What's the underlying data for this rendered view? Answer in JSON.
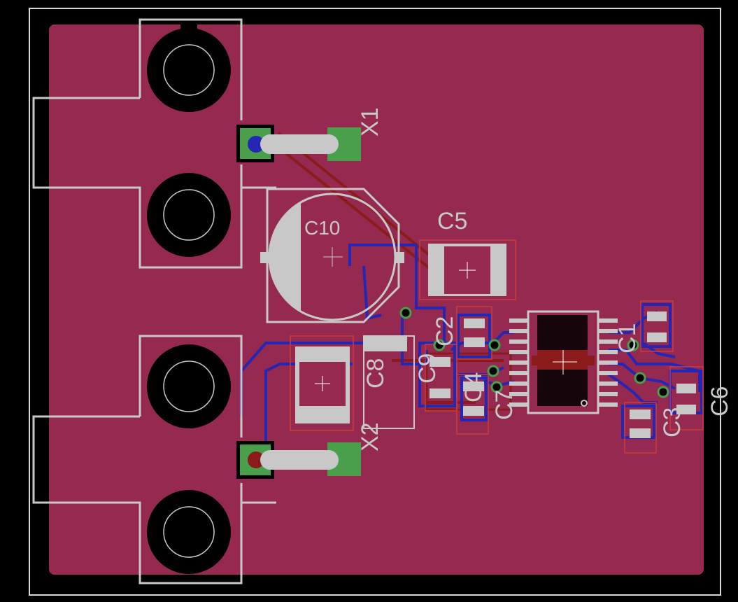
{
  "colors": {
    "background": "#000000",
    "copper_pour": "#96294f",
    "silkscreen": "#c8c8c8",
    "bottom_trace": "#2626b4",
    "top_trace": "#8b1a1a",
    "pad_green": "#4aa04a",
    "keepout_red": "#c83c3c",
    "board_outline": "#d8d8d8"
  },
  "labels": {
    "x1": "X1",
    "x2": "X2",
    "c10": "C10",
    "c5": "C5",
    "c8": "C8",
    "c9": "C9",
    "c2": "C2",
    "c4": "C4",
    "c7": "C7",
    "c1": "C1",
    "c3": "C3",
    "c6": "C6"
  }
}
